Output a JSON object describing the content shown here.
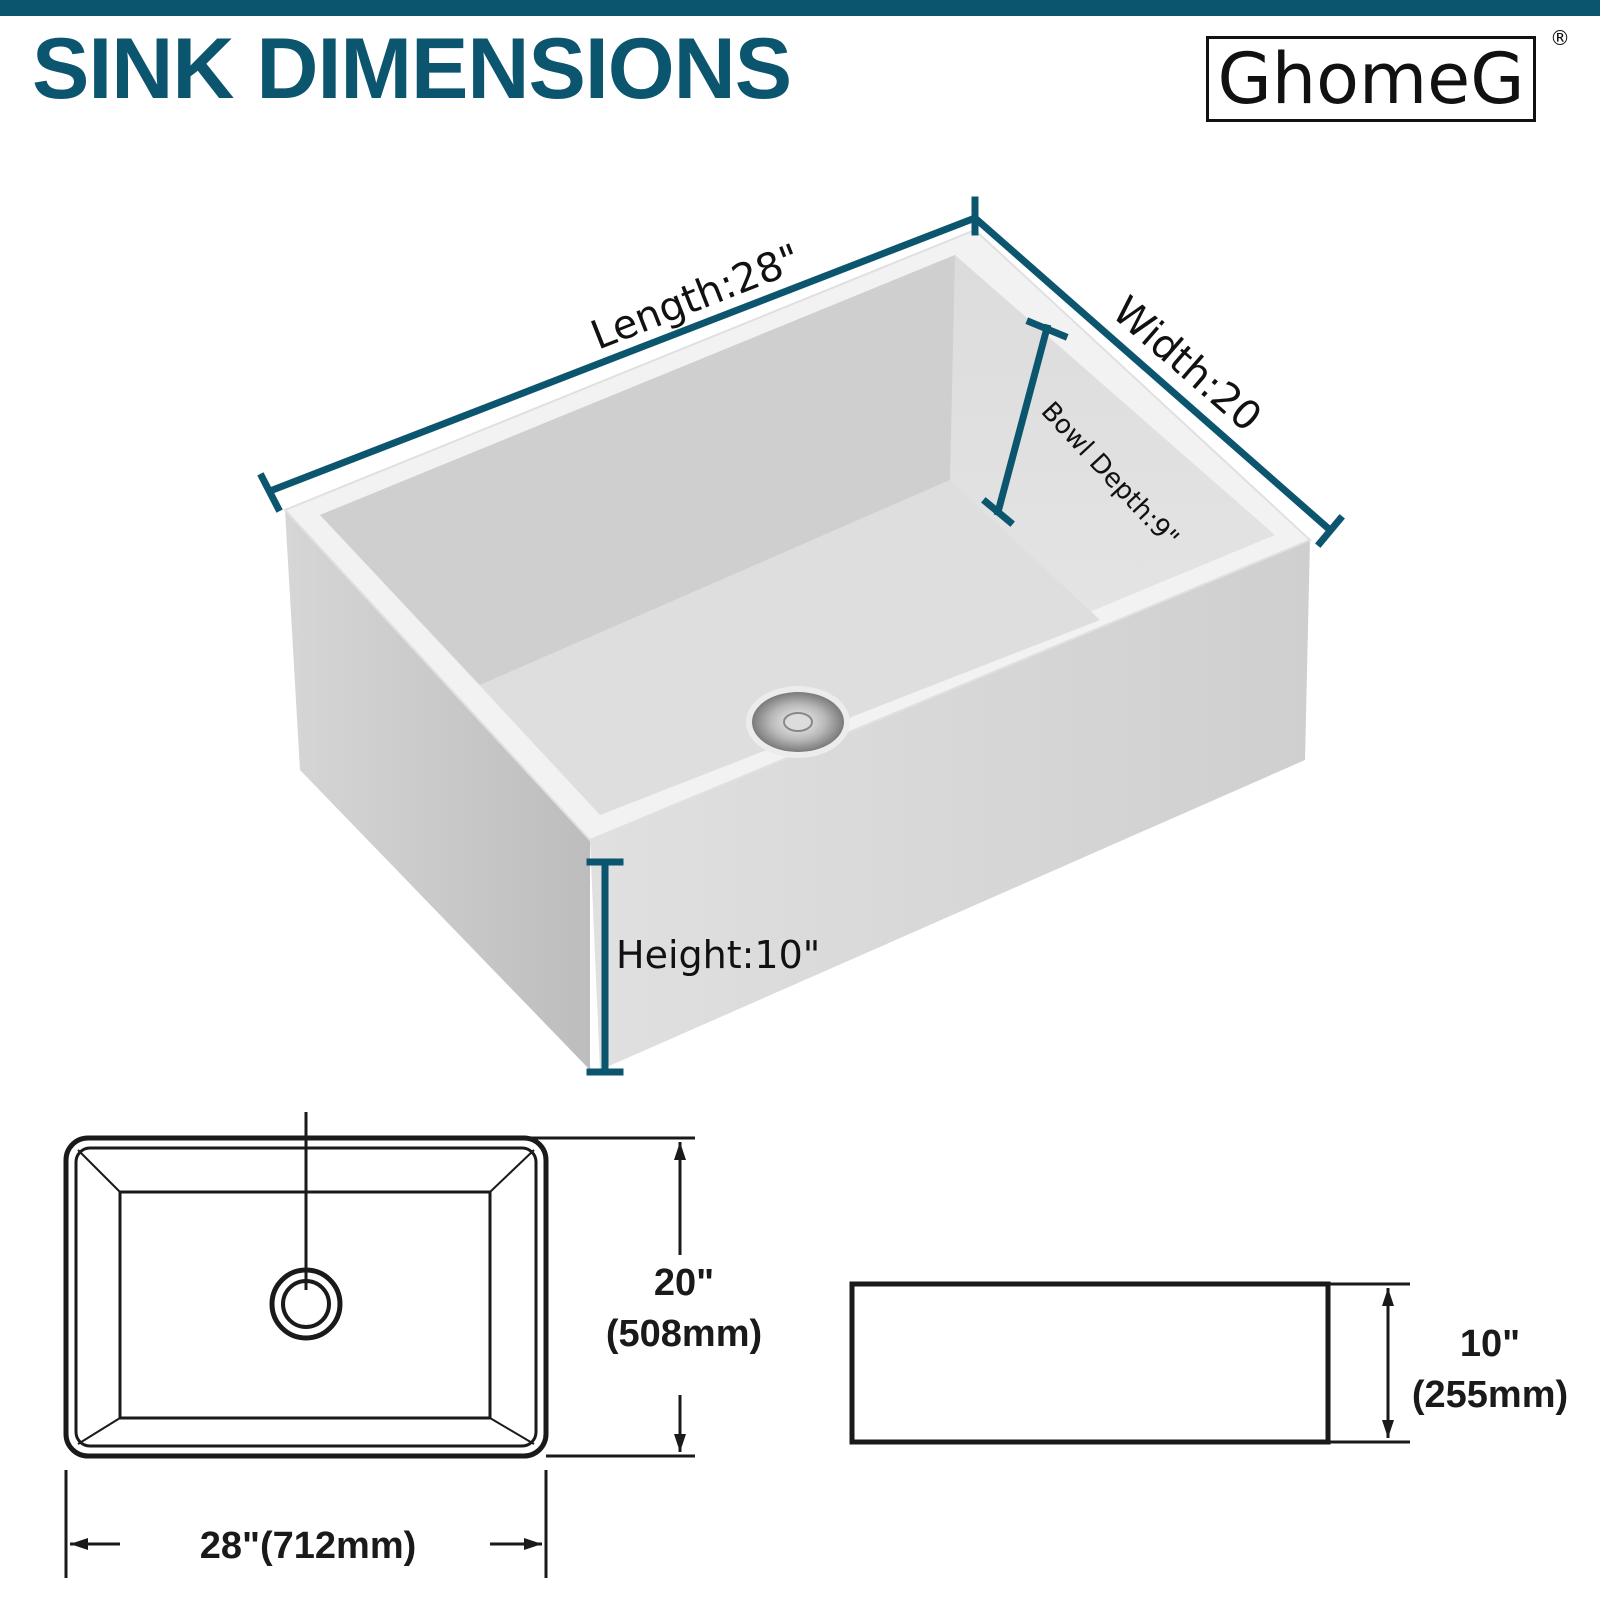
{
  "header": {
    "title": "SINK DIMENSIONS",
    "brand": "GhomeG",
    "brand_mark": "®"
  },
  "perspective_labels": {
    "length": "Length:28\"",
    "width": "Width:20",
    "bowl_depth": "Bowl Depth:9\"",
    "height": "Height:10\""
  },
  "top_view": {
    "depth_in": "20\"",
    "depth_mm": "(508mm)",
    "width_label": "28\"(712mm)"
  },
  "front_view": {
    "height_in": "10\"",
    "height_mm": "(255mm)"
  },
  "colors": {
    "accent": "#0b556e",
    "sink_body": "#d8d8d8",
    "line": "#111111"
  }
}
